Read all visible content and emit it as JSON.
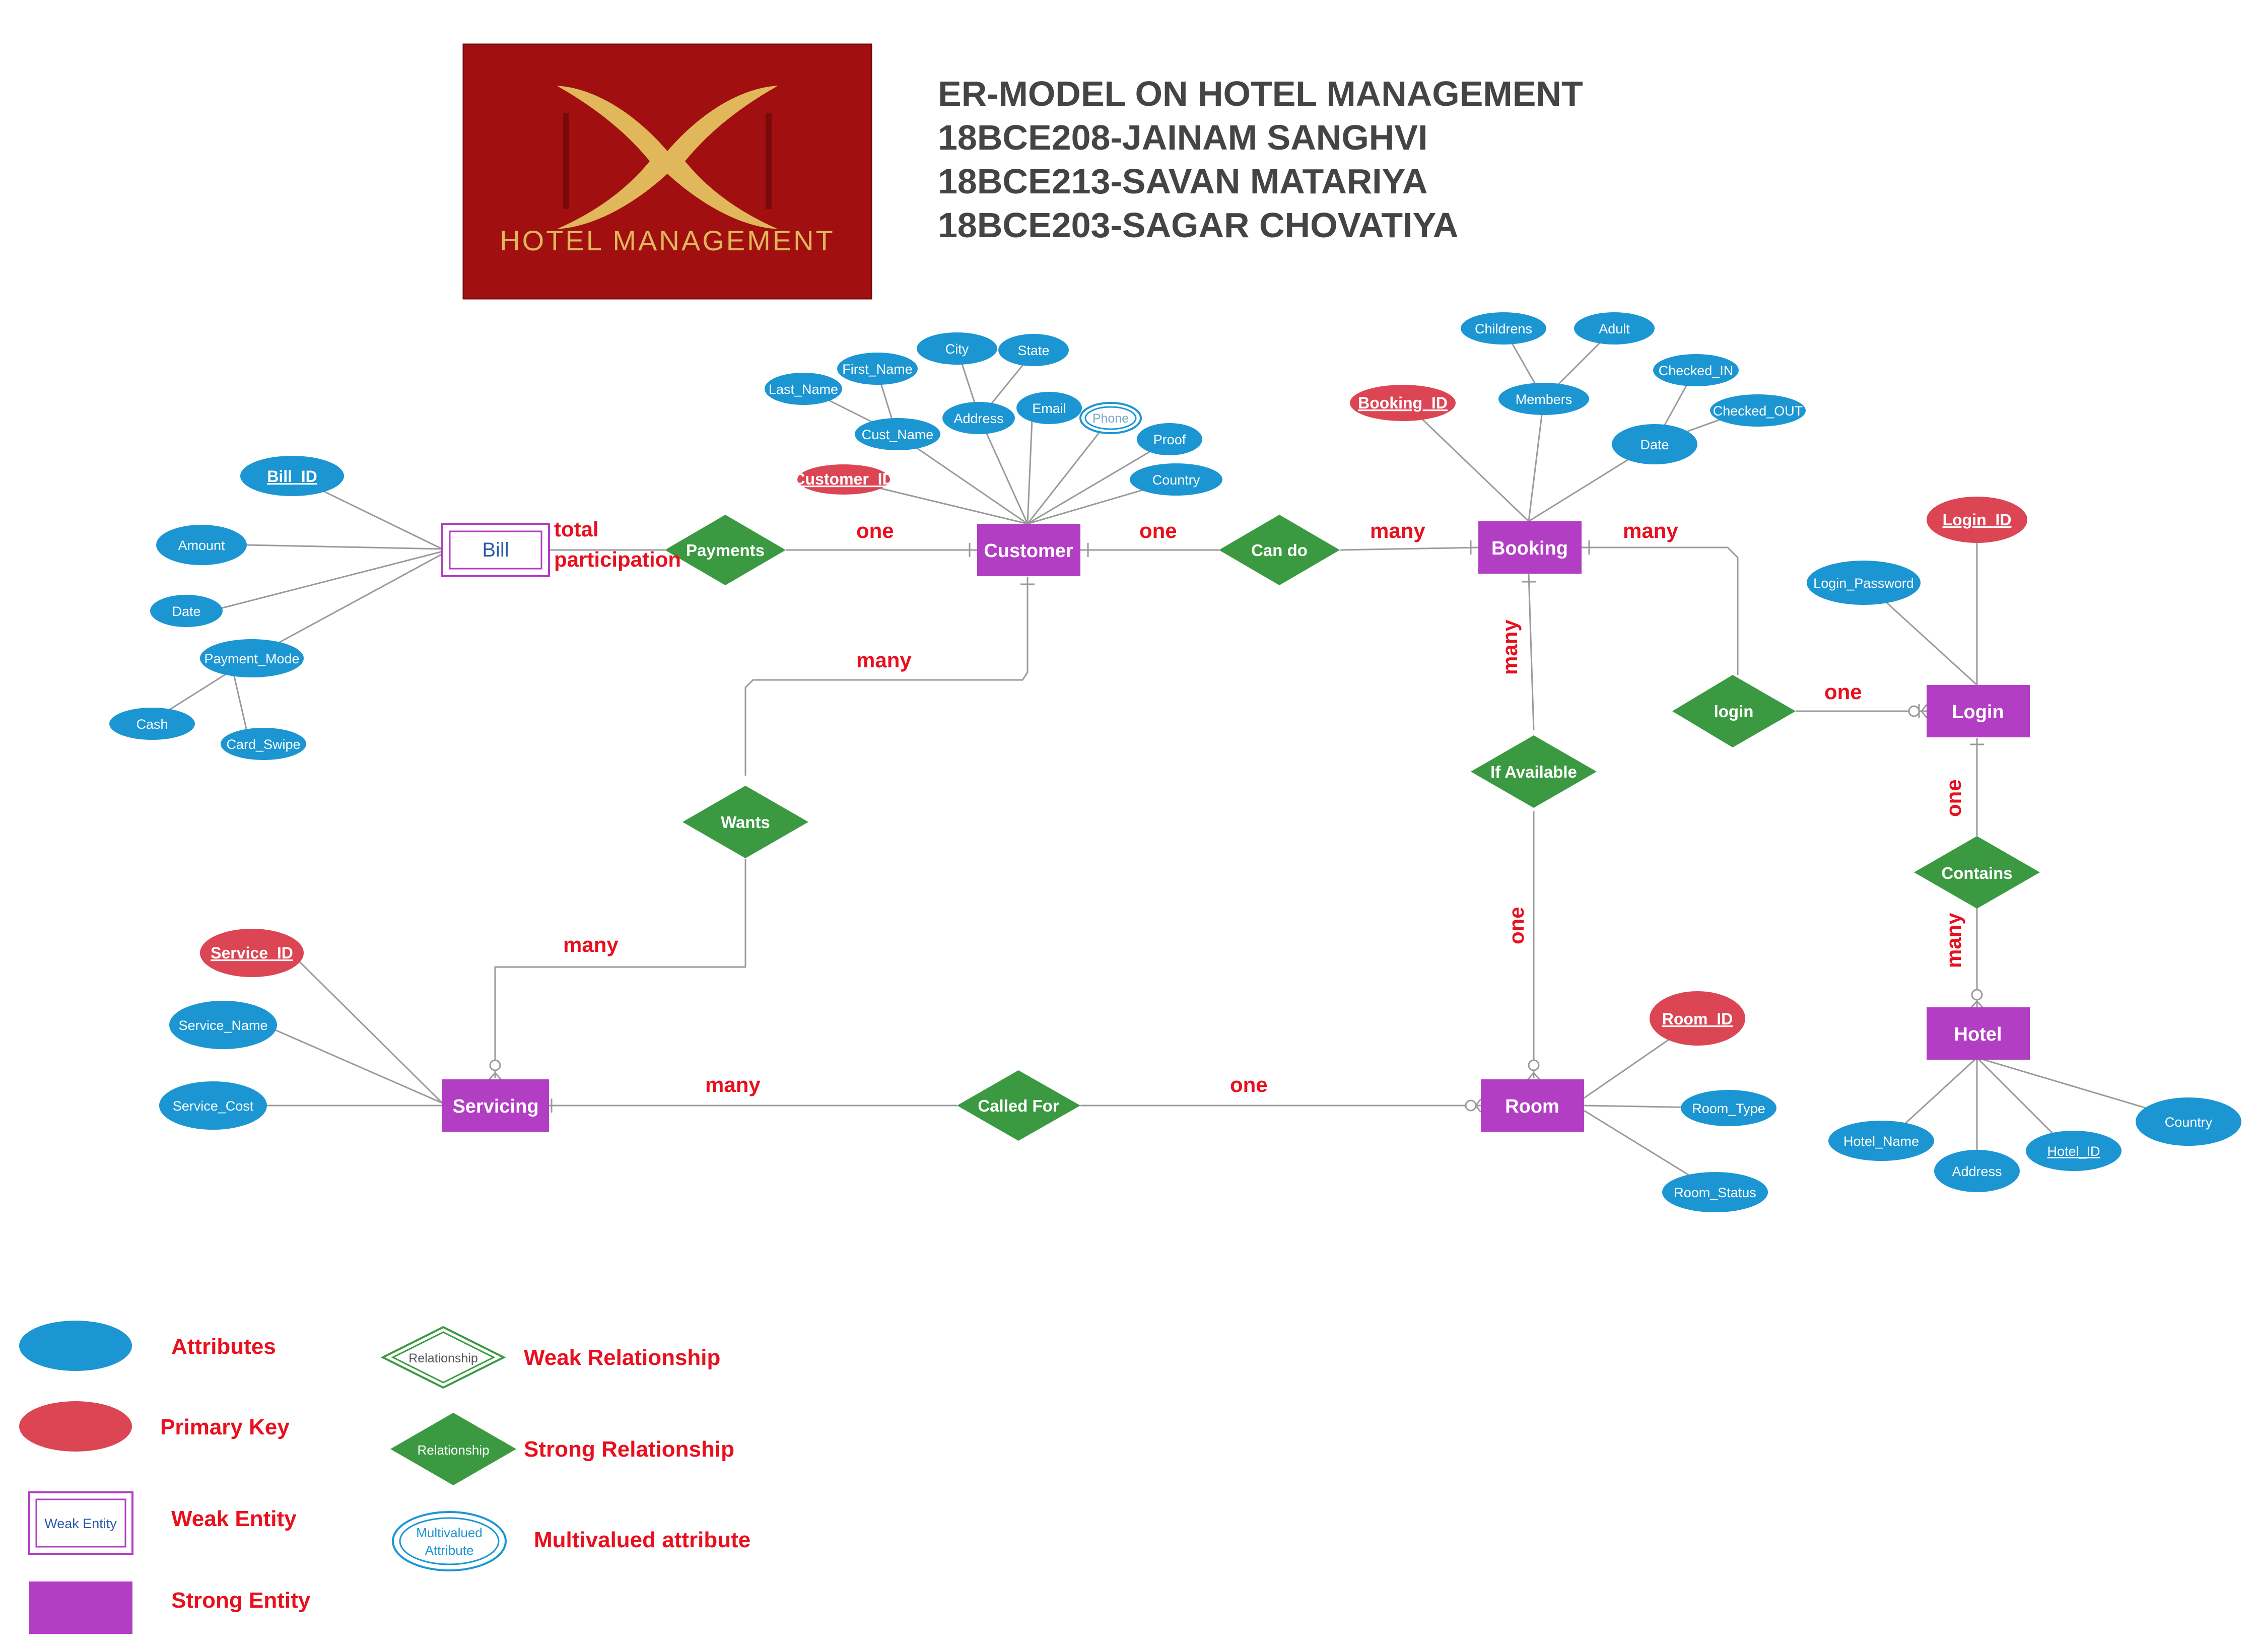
{
  "header": {
    "title_lines": [
      "ER-MODEL ON HOTEL MANAGEMENT",
      "18BCE208-JAINAM SANGHVI",
      "18BCE213-SAVAN MATARIYA",
      "18BCE203-SAGAR CHOVATIYA"
    ],
    "logo_text": "HOTEL MANAGEMENT"
  },
  "colors": {
    "attribute": "#1b96d2",
    "primary_key": "#dc4553",
    "entity": "#b23ec4",
    "relationship": "#3b9a41",
    "cardinality": "#e8101e",
    "logo_bg": "#a10f10",
    "logo_gold": "#e0b75a",
    "line": "#9a9a9a"
  },
  "entities": {
    "bill": "Bill",
    "customer": "Customer",
    "booking": "Booking",
    "login": "Login",
    "servicing": "Servicing",
    "room": "Room",
    "hotel": "Hotel"
  },
  "relationships": {
    "payments": "Payments",
    "can_do": "Can do",
    "wants": "Wants",
    "login": "login",
    "if_available": "If Available",
    "contains": "Contains",
    "called_for": "Called For"
  },
  "attributes": {
    "bill_id": "Bill_ID",
    "amount": "Amount",
    "bill_date": "Date",
    "payment_mode": "Payment_Mode",
    "cash": "Cash",
    "card_swipe": "Card_Swipe",
    "customer_id": "Customer_ID",
    "last_name": "Last_Name",
    "first_name": "First_Name",
    "cust_name": "Cust_Name",
    "city": "City",
    "state": "State",
    "address": "Address",
    "email": "Email",
    "phone": "Phone",
    "proof": "Proof",
    "country": "Country",
    "booking_id": "Booking_ID",
    "childrens": "Childrens",
    "adult": "Adult",
    "members": "Members",
    "checked_in": "Checked_IN",
    "checked_out": "Checked_OUT",
    "booking_date": "Date",
    "login_id": "Login_ID",
    "login_password": "Login_Password",
    "service_id": "Service_ID",
    "service_name": "Service_Name",
    "service_cost": "Service_Cost",
    "room_id": "Room_ID",
    "room_type": "Room_Type",
    "room_status": "Room_Status",
    "hotel_name": "Hotel_Name",
    "hotel_address": "Address",
    "hotel_id": "Hotel_ID",
    "hotel_country": "Country"
  },
  "cardinality": {
    "bill_total": "total",
    "bill_participation": "participation",
    "payments_customer": "one",
    "customer_cando": "one",
    "cando_booking": "many",
    "booking_login": "many",
    "login_login": "one",
    "customer_wants": "many",
    "wants_servicing": "many",
    "booking_ifavail": "many",
    "ifavail_room": "one",
    "servicing_calledfor": "many",
    "calledfor_room": "one",
    "login_contains": "one",
    "contains_hotel": "many"
  },
  "legend": {
    "attributes": "Attributes",
    "primary_key": "Primary Key",
    "weak_entity": "Weak Entity",
    "weak_entity_sample": "Weak Entity",
    "strong_entity": "Strong Entity",
    "weak_relationship": "Weak Relationship",
    "weak_relationship_sample": "Relationship",
    "strong_relationship": "Strong Relationship",
    "strong_relationship_sample": "Relationship",
    "multivalued": "Multivalued attribute",
    "multivalued_sample_1": "Multivalued",
    "multivalued_sample_2": "Attribute"
  }
}
